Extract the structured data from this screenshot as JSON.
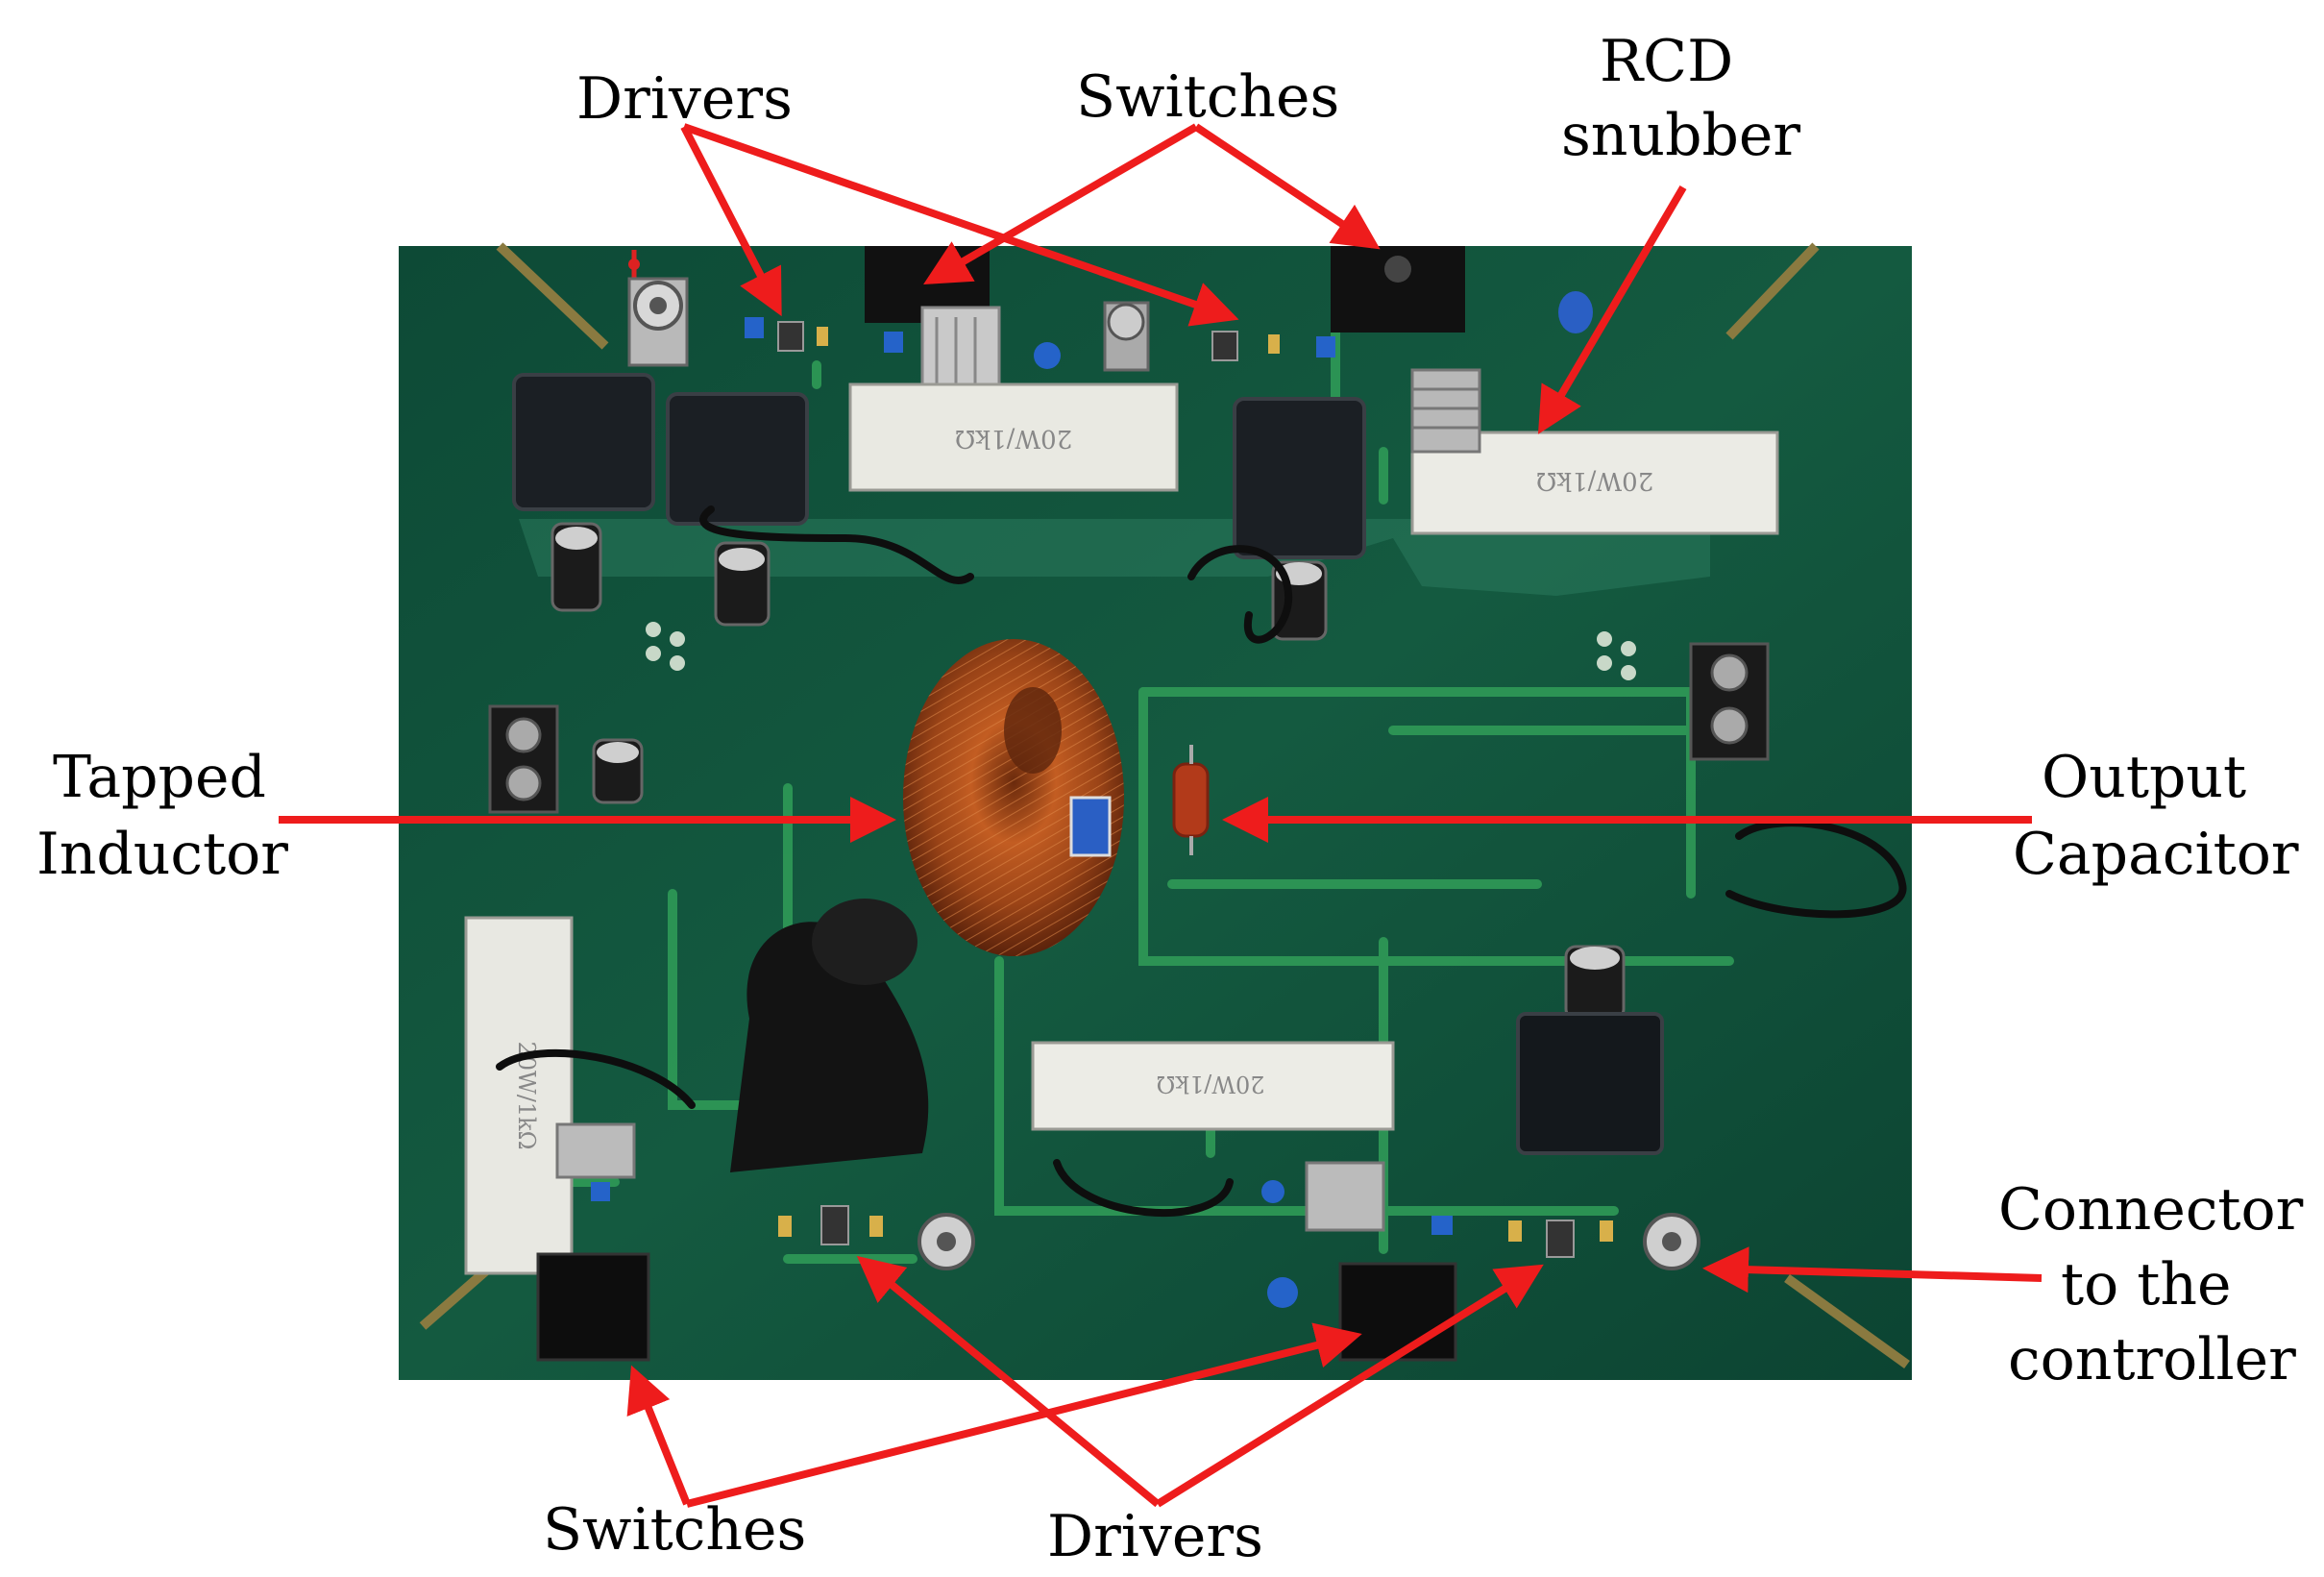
{
  "photo": {
    "description_name": "dc-dc converter prototype board",
    "board_color": "#0f4f3a",
    "trace_color": "#2f9a57",
    "inductor_color": "#b4521d",
    "arrow_color": "#ee1c1c"
  },
  "labels": {
    "drivers_top": "Drivers",
    "switches_top": "Switches",
    "rcd_line1": "RCD",
    "rcd_line2": "snubber",
    "tapped_line1": "Tapped",
    "tapped_line2": "Inductor",
    "output_line1": "Output",
    "output_line2": "Capacitor",
    "connector_line1": "Connector",
    "connector_line2": "to the",
    "connector_line3": "controller",
    "switches_bottom": "Switches",
    "drivers_bottom": "Drivers"
  },
  "board_texts": {
    "resistor_1": "20W/1kΩ",
    "resistor_2": "20W/1kΩ",
    "resistor_3": "20W/1kΩ",
    "resistor_4": "20W/1kΩ"
  }
}
